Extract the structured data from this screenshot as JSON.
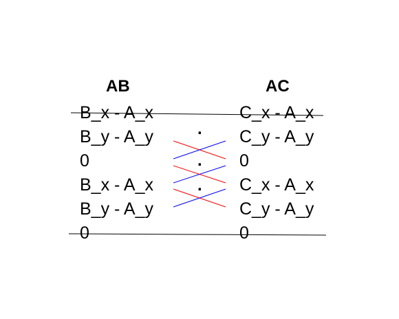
{
  "headers": {
    "left": "AB",
    "right": "AC"
  },
  "left_column": [
    "B_x - A_x",
    "B_y - A_y",
    "0",
    "B_x - A_x",
    "B_y - A_y",
    "0"
  ],
  "right_column": [
    "C_x - A_x",
    "C_y - A_y",
    "0",
    "C_x - A_x",
    "C_y - A_y",
    "0"
  ],
  "dots": [
    ".",
    ".",
    "."
  ],
  "colors": {
    "text": "#000000",
    "cross_red": "#ff0000",
    "cross_blue": "#0000ff",
    "strike_line": "#000000"
  }
}
